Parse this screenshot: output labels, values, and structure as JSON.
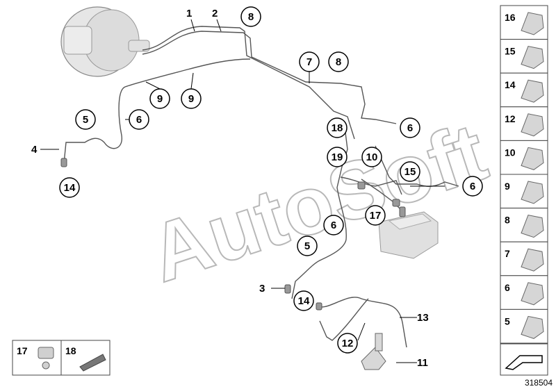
{
  "watermark": "AutoSoft",
  "reference_number": "318504",
  "callouts": {
    "c1": "1",
    "c2": "2",
    "c3": "3",
    "c4": "4",
    "c5a": "5",
    "c5b": "5",
    "c6a": "6",
    "c6b": "6",
    "c6c": "6",
    "c6d": "6",
    "c7": "7",
    "c8a": "8",
    "c8b": "8",
    "c9a": "9",
    "c9b": "9",
    "c10": "10",
    "c11": "11",
    "c12": "12",
    "c13": "13",
    "c14a": "14",
    "c14b": "14",
    "c15": "15",
    "c17": "17",
    "c18": "18",
    "c19": "19"
  },
  "side_parts": [
    "16",
    "15",
    "14",
    "12",
    "10",
    "9",
    "8",
    "7",
    "6",
    "5"
  ],
  "bottom_parts": [
    "17",
    "18"
  ],
  "colors": {
    "pipe": "#555555",
    "part_fill": "#d8d8d8",
    "frame": "#444444",
    "watermark_stroke": "#b8b8b8"
  }
}
